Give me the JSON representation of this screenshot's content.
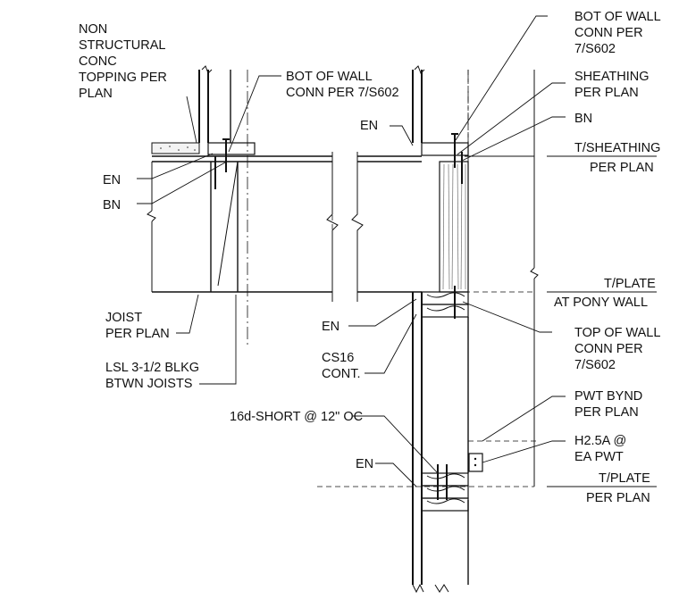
{
  "labels": {
    "non_structural": "NON",
    "structural": "STRUCTURAL",
    "conc": "CONC",
    "topping_per": "TOPPING PER",
    "plan_1": "PLAN",
    "bot_wall_left_1": "BOT OF WALL",
    "bot_wall_left_2": "CONN PER 7/S602",
    "en_left_top": "EN",
    "bn_left": "BN",
    "joist_1": "JOIST",
    "joist_2": "PER PLAN",
    "lsl_1": "LSL 3-1/2 BLKG",
    "lsl_2": "BTWN JOISTS",
    "en_mid_top": "EN",
    "en_mid": "EN",
    "cs16_1": "CS16",
    "cs16_2": "CONT.",
    "nail_16d": "16d-SHORT @ 12\" OC",
    "en_lower": "EN",
    "bot_wall_right_1": "BOT OF WALL",
    "bot_wall_right_2": "CONN PER",
    "bot_wall_right_3": "7/S602",
    "sheathing_1": "SHEATHING",
    "sheathing_2": "PER PLAN",
    "bn_right": "BN",
    "t_sheathing_1": "T/SHEATHING",
    "t_sheathing_2": "PER PLAN",
    "t_plate_pony_1": "T/PLATE",
    "t_plate_pony_2": "AT PONY WALL",
    "top_wall_1": "TOP OF WALL",
    "top_wall_2": "CONN PER",
    "top_wall_3": "7/S602",
    "pwt_1": "PWT BYND",
    "pwt_2": "PER PLAN",
    "h25a_1": "H2.5A @",
    "h25a_2": "EA PWT",
    "t_plate_plan_1": "T/PLATE",
    "t_plate_plan_2": "PER PLAN"
  }
}
